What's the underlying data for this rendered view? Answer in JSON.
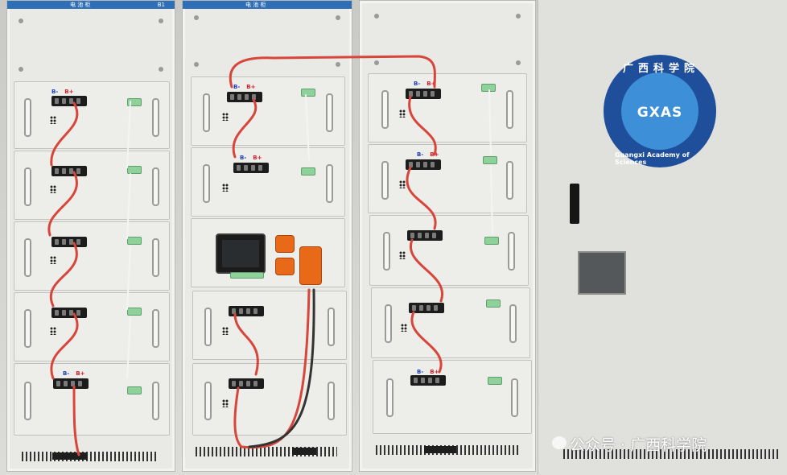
{
  "racks": [
    {
      "header_left": "电 池 柜",
      "header_right": "B1"
    },
    {
      "header_left": "电 池 柜",
      "header_right": ""
    },
    {
      "header_left": "",
      "header_right": ""
    }
  ],
  "terminal_labels": {
    "negative": "B-",
    "positive": "B+"
  },
  "logo": {
    "abbr": "GXAS",
    "chinese": "广西科学院",
    "english": "Guangxi Academy of Sciences"
  },
  "watermark": "公众号 · 广西科学院",
  "colors": {
    "cable": "#d8453a",
    "rack_header": "#2f6fb8",
    "logo_outer": "#1f4e9a",
    "logo_inner": "#3d8fd8"
  }
}
